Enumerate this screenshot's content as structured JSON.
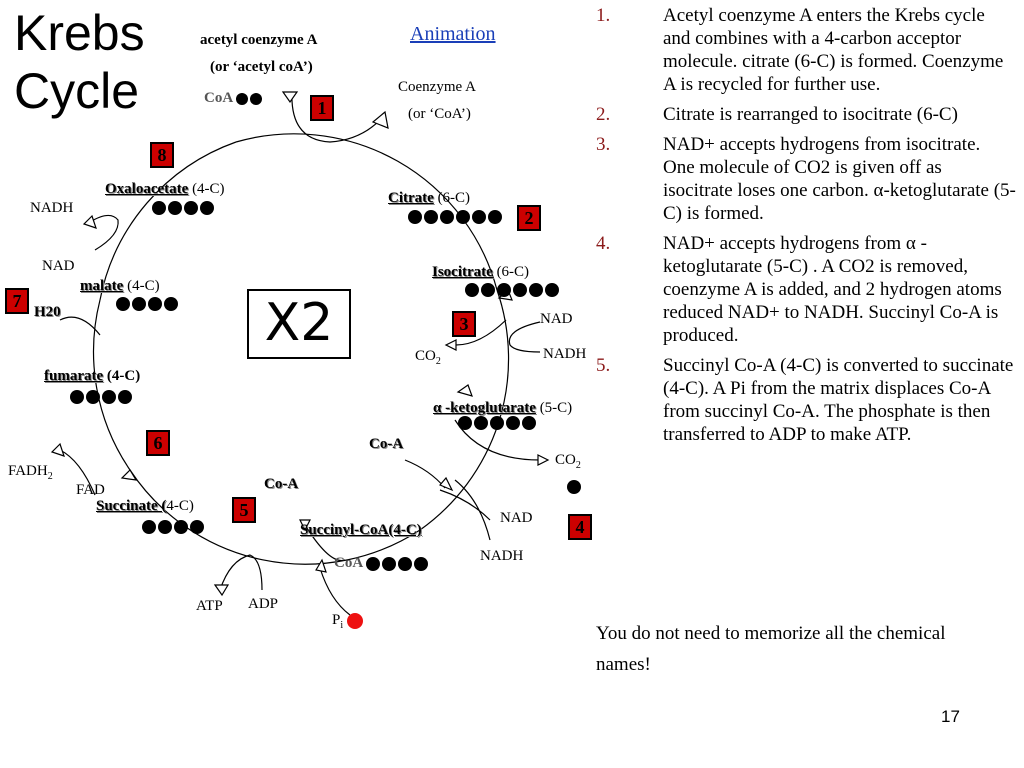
{
  "title_line1": "Krebs",
  "title_line2": "Cycle",
  "animation_link": "Animation",
  "multiplier": "X2",
  "page_number": "17",
  "note": "You do not need to memorize all the chemical names!",
  "diagram": {
    "acetyl_coa_line1": "acetyl coenzyme A",
    "acetyl_coa_line2": "(or ‘acetyl coA’)",
    "coa_small": "CoA",
    "coenzyme_a_line1": "Coenzyme A",
    "coenzyme_a_line2": "(or ‘CoA’)",
    "oxaloacetate": "Oxaloacetate",
    "oxaloacetate_c": "(4-C)",
    "citrate": "Citrate",
    "citrate_c": "(6-C)",
    "isocitrate": "Isocitrate",
    "isocitrate_c": "(6-C)",
    "alpha_kg": "α -ketoglutarate",
    "alpha_kg_c": "(5-C)",
    "succinyl_coa": "Succinyl-CoA(4-C)",
    "coa_bottom": "CoA",
    "succinate": "Succinate (",
    "succinate_c": "4-C)",
    "fumarate": "fumarate",
    "fumarate_c": "(4-C)",
    "malate": "malate",
    "malate_c": "(4-C)",
    "nadh_left": "NADH",
    "nad_left": "NAD",
    "h2o": "H20",
    "fadh2": "FADH",
    "fadh2_sub": "2",
    "fad": "FAD",
    "atp": "ATP",
    "adp": "ADP",
    "pi": "P",
    "pi_sub": "i",
    "co_a_mid": "Co-A",
    "co_a_right": "Co-A",
    "nad_3": "NAD",
    "nadh_3": "NADH",
    "co2_3": "CO",
    "co2_3_sub": "2",
    "co2_4": "CO",
    "co2_4_sub": "2",
    "nad_4": "NAD",
    "nadh_4": "NADH"
  },
  "step_badges": [
    "1",
    "2",
    "3",
    "4",
    "5",
    "6",
    "7",
    "8"
  ],
  "steps": [
    {
      "num": "1.",
      "text": "Acetyl coenzyme A enters the Krebs cycle and combines with a 4-carbon acceptor molecule. citrate (6-C) is formed. Coenzyme A is recycled for further use."
    },
    {
      "num": "2.",
      "text": "Citrate is rearranged to isocitrate (6-C)"
    },
    {
      "num": "3.",
      "text": "NAD+ accepts hydrogens from isocitrate. One molecule of CO2 is given off as isocitrate loses one carbon. α-ketoglutarate (5-C) is formed."
    },
    {
      "num": "4.",
      "text": "NAD+ accepts hydrogens from α -ketoglutarate (5-C) . A CO2 is removed, coenzyme A is added, and 2 hydrogen atoms reduced NAD+ to NADH. Succinyl Co-A is produced."
    },
    {
      "num": "5.",
      "text": "Succinyl Co-A (4-C) is converted to succinate (4-C). A Pi from the matrix displaces Co-A from succinyl Co-A. The phosphate is then transferred to ADP to make ATP."
    }
  ],
  "colors": {
    "badge": "#cc0000",
    "link": "#1a3fb8",
    "step_number": "#8b1a1a",
    "phosphate": "#ee1111"
  }
}
